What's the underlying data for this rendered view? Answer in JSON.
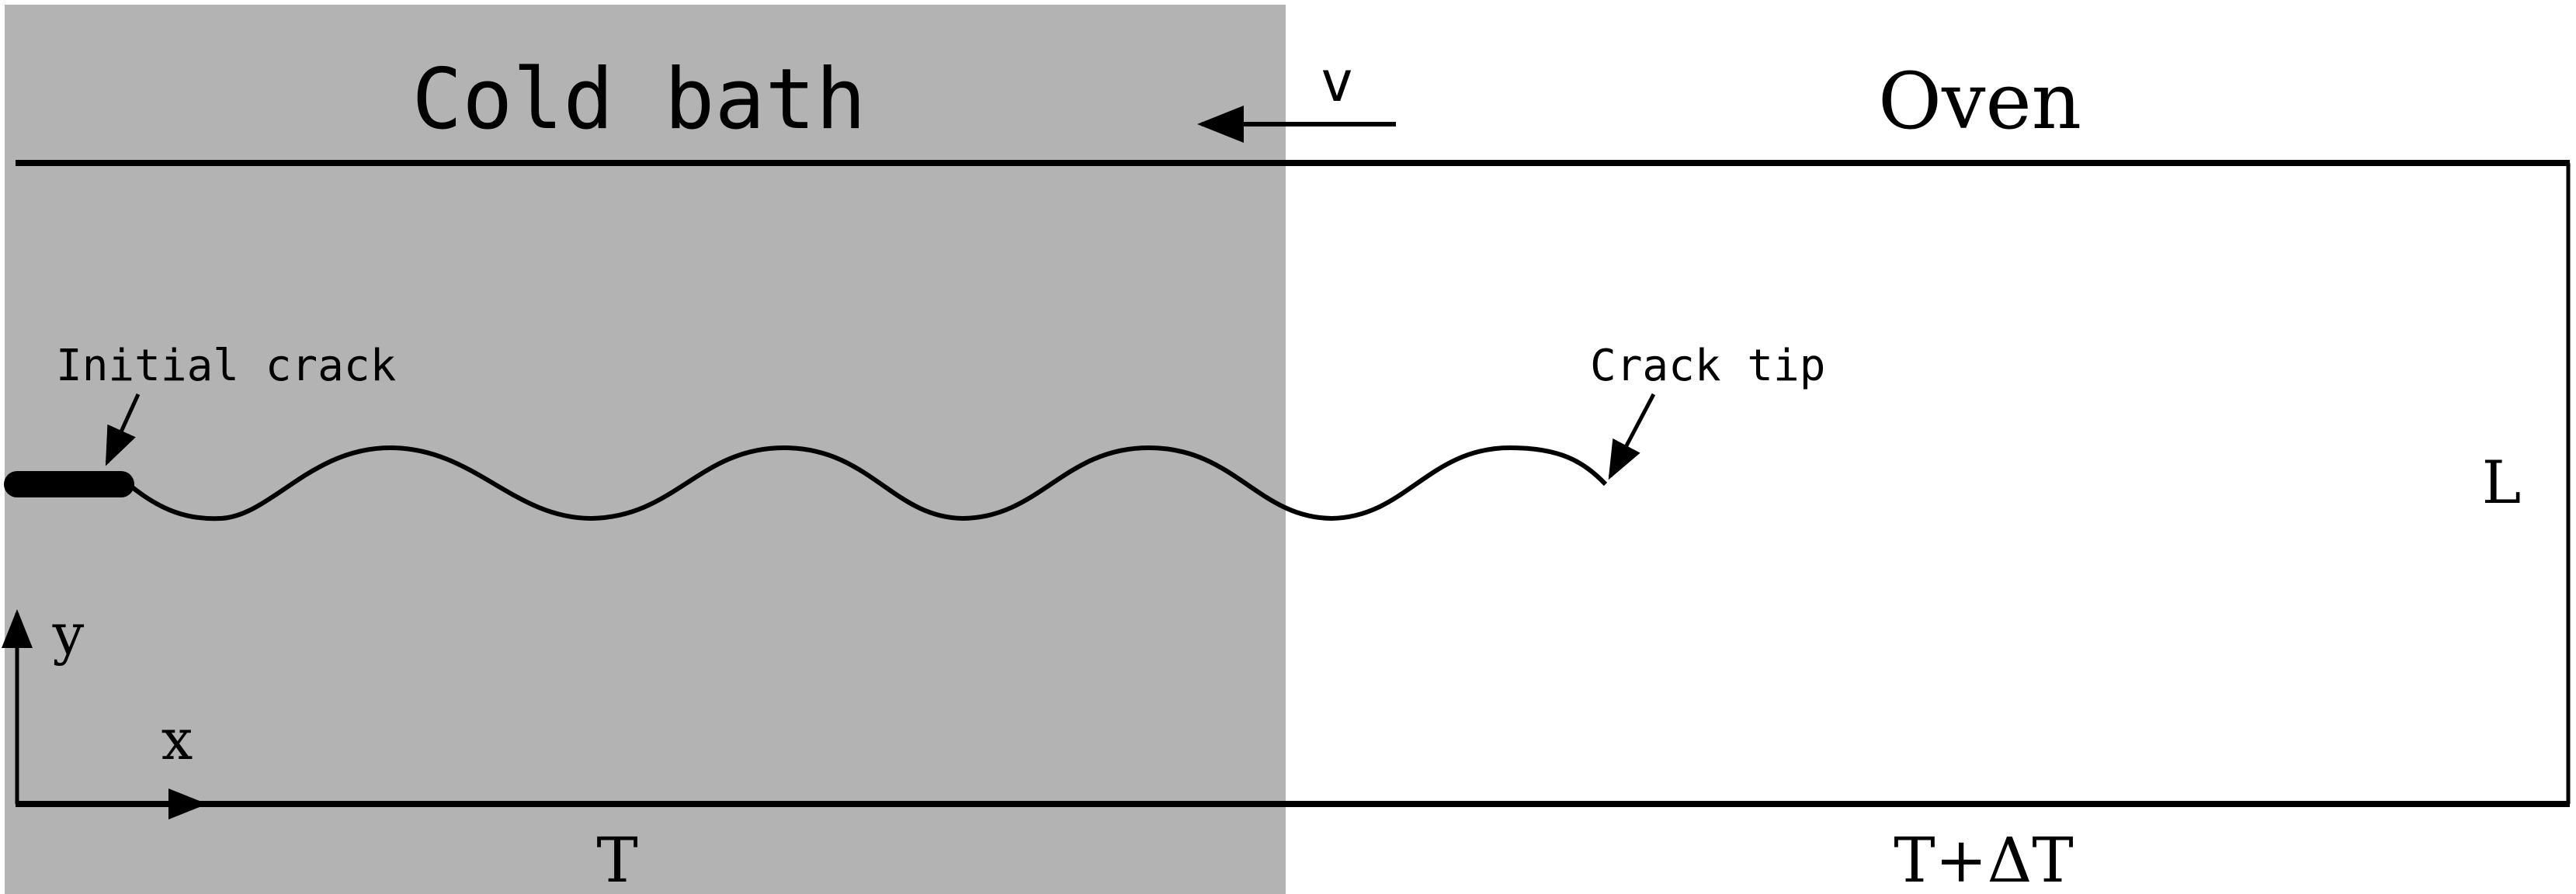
{
  "labels": {
    "cold_bath": "Cold bath",
    "oven": "Oven",
    "velocity": "v",
    "initial_crack": "Initial crack",
    "crack_tip": "Crack tip",
    "width": "L",
    "axis_y": "y",
    "axis_x": "x",
    "temp_cold": "T",
    "temp_hot": "T+ΔT"
  },
  "colors": {
    "cold_region": "#b3b3b3",
    "line": "#000000",
    "background": "#ffffff"
  }
}
